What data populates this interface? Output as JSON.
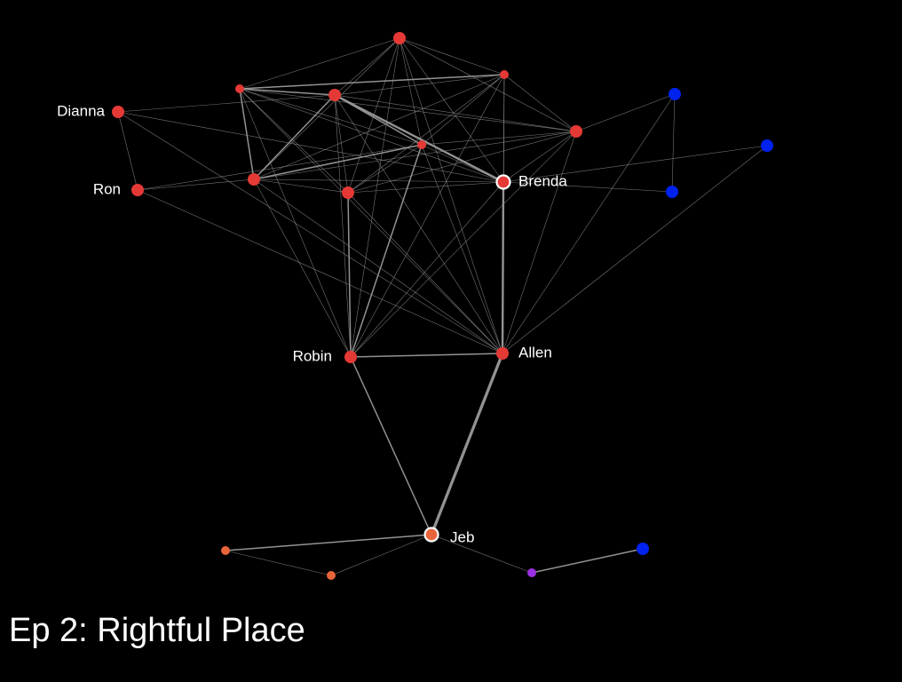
{
  "episode_title": "Ep 2: Rightful Place",
  "colors": {
    "background": "#000000",
    "edge": "#9a9a9a",
    "label": "#ffffff",
    "group_red": "#e53935",
    "group_blue": "#0022ee",
    "group_orange": "#e8643a",
    "group_purple": "#9b30e0",
    "highlight_ring": "#ffffff"
  },
  "nodes": [
    {
      "id": "n1",
      "label": "",
      "group": "red",
      "size": "medium"
    },
    {
      "id": "n2",
      "label": "",
      "group": "red",
      "size": "small"
    },
    {
      "id": "n3",
      "label": "",
      "group": "red",
      "size": "small"
    },
    {
      "id": "n4",
      "label": "",
      "group": "red",
      "size": "medium"
    },
    {
      "id": "n5",
      "label": "",
      "group": "red",
      "size": "small"
    },
    {
      "id": "n6",
      "label": "",
      "group": "red",
      "size": "medium"
    },
    {
      "id": "dianna",
      "label": "Dianna",
      "group": "red",
      "size": "medium"
    },
    {
      "id": "ron",
      "label": "Ron",
      "group": "red",
      "size": "medium"
    },
    {
      "id": "n7",
      "label": "",
      "group": "red",
      "size": "medium"
    },
    {
      "id": "n8",
      "label": "",
      "group": "red",
      "size": "medium"
    },
    {
      "id": "brenda",
      "label": "Brenda",
      "group": "red",
      "size": "medium",
      "highlighted": true
    },
    {
      "id": "robin",
      "label": "Robin",
      "group": "red",
      "size": "medium"
    },
    {
      "id": "allen",
      "label": "Allen",
      "group": "red",
      "size": "medium"
    },
    {
      "id": "b1",
      "label": "",
      "group": "blue",
      "size": "medium"
    },
    {
      "id": "b2",
      "label": "",
      "group": "blue",
      "size": "medium"
    },
    {
      "id": "b3",
      "label": "",
      "group": "blue",
      "size": "medium"
    },
    {
      "id": "jeb",
      "label": "Jeb",
      "group": "orange",
      "size": "medium",
      "highlighted": true
    },
    {
      "id": "o1",
      "label": "",
      "group": "orange",
      "size": "small"
    },
    {
      "id": "o2",
      "label": "",
      "group": "orange",
      "size": "small"
    },
    {
      "id": "p1",
      "label": "",
      "group": "purple",
      "size": "small"
    },
    {
      "id": "b4",
      "label": "",
      "group": "blue",
      "size": "medium"
    }
  ],
  "edges": [
    [
      "n1",
      "n2",
      1
    ],
    [
      "n1",
      "n3",
      1
    ],
    [
      "n1",
      "n4",
      1
    ],
    [
      "n1",
      "n5",
      1
    ],
    [
      "n1",
      "n6",
      1
    ],
    [
      "n1",
      "n7",
      1
    ],
    [
      "n1",
      "n8",
      1
    ],
    [
      "n1",
      "brenda",
      1
    ],
    [
      "n1",
      "robin",
      1
    ],
    [
      "n1",
      "allen",
      1
    ],
    [
      "n2",
      "n3",
      2
    ],
    [
      "n2",
      "n4",
      2
    ],
    [
      "n2",
      "n5",
      1
    ],
    [
      "n2",
      "n6",
      1
    ],
    [
      "n2",
      "n7",
      2
    ],
    [
      "n2",
      "n8",
      1
    ],
    [
      "n2",
      "brenda",
      1
    ],
    [
      "n2",
      "robin",
      1
    ],
    [
      "n2",
      "allen",
      1
    ],
    [
      "n3",
      "n4",
      1
    ],
    [
      "n3",
      "n5",
      1
    ],
    [
      "n3",
      "n6",
      1
    ],
    [
      "n3",
      "n7",
      1
    ],
    [
      "n3",
      "n8",
      1
    ],
    [
      "n3",
      "brenda",
      1
    ],
    [
      "n3",
      "robin",
      1
    ],
    [
      "n3",
      "allen",
      1
    ],
    [
      "n4",
      "n5",
      2
    ],
    [
      "n4",
      "n6",
      1
    ],
    [
      "n4",
      "n7",
      2
    ],
    [
      "n4",
      "n8",
      1
    ],
    [
      "n4",
      "brenda",
      3
    ],
    [
      "n4",
      "robin",
      1
    ],
    [
      "n4",
      "allen",
      1
    ],
    [
      "n5",
      "n6",
      1
    ],
    [
      "n5",
      "n7",
      2
    ],
    [
      "n5",
      "n8",
      1
    ],
    [
      "n5",
      "brenda",
      1
    ],
    [
      "n5",
      "robin",
      2
    ],
    [
      "n5",
      "allen",
      1
    ],
    [
      "n6",
      "n7",
      1
    ],
    [
      "n6",
      "n8",
      1
    ],
    [
      "n6",
      "brenda",
      1
    ],
    [
      "n6",
      "robin",
      1
    ],
    [
      "n6",
      "allen",
      1
    ],
    [
      "n6",
      "b1",
      1
    ],
    [
      "n7",
      "n8",
      1
    ],
    [
      "n7",
      "brenda",
      1
    ],
    [
      "n7",
      "robin",
      1
    ],
    [
      "n7",
      "allen",
      1
    ],
    [
      "n8",
      "brenda",
      1
    ],
    [
      "n8",
      "robin",
      2
    ],
    [
      "n8",
      "allen",
      1
    ],
    [
      "dianna",
      "ron",
      1
    ],
    [
      "dianna",
      "n4",
      1
    ],
    [
      "dianna",
      "brenda",
      1
    ],
    [
      "dianna",
      "allen",
      1
    ],
    [
      "ron",
      "n7",
      1
    ],
    [
      "ron",
      "n5",
      1
    ],
    [
      "ron",
      "allen",
      1
    ],
    [
      "brenda",
      "b3",
      1
    ],
    [
      "brenda",
      "b2",
      1
    ],
    [
      "brenda",
      "robin",
      1
    ],
    [
      "brenda",
      "allen",
      3
    ],
    [
      "b1",
      "b3",
      1
    ],
    [
      "b1",
      "allen",
      1
    ],
    [
      "b2",
      "allen",
      1
    ],
    [
      "robin",
      "allen",
      2
    ],
    [
      "robin",
      "jeb",
      2
    ],
    [
      "allen",
      "jeb",
      4
    ],
    [
      "jeb",
      "o1",
      2
    ],
    [
      "jeb",
      "o2",
      1
    ],
    [
      "o1",
      "o2",
      1
    ],
    [
      "jeb",
      "p1",
      1
    ],
    [
      "p1",
      "b4",
      2
    ]
  ]
}
